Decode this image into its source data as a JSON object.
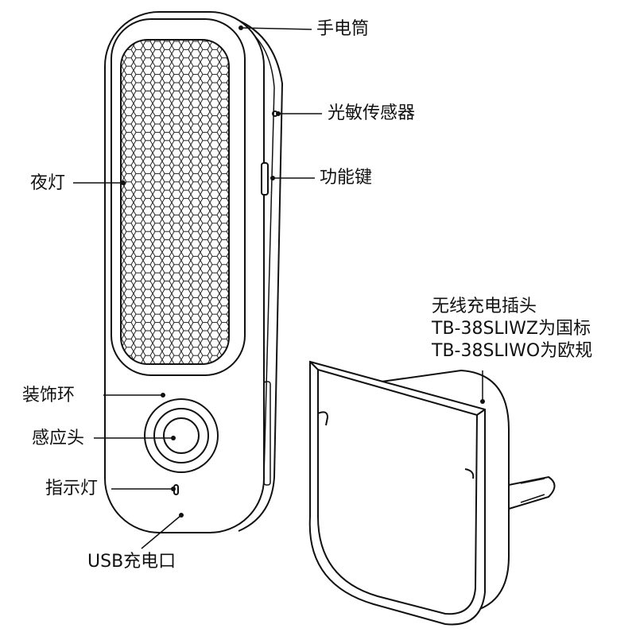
{
  "labels": {
    "flashlight": "手电筒",
    "light_sensor": "光敏传感器",
    "function_key": "功能键",
    "night_light": "夜灯",
    "decor_ring": "装饰环",
    "sensor_head": "感应头",
    "indicator": "指示灯",
    "usb_port": "USB充电口"
  },
  "plug": {
    "title": "无线充电插头",
    "line1": "TB-38SLIWZ为国标",
    "line2": "TB-38SLIWO为欧规"
  }
}
